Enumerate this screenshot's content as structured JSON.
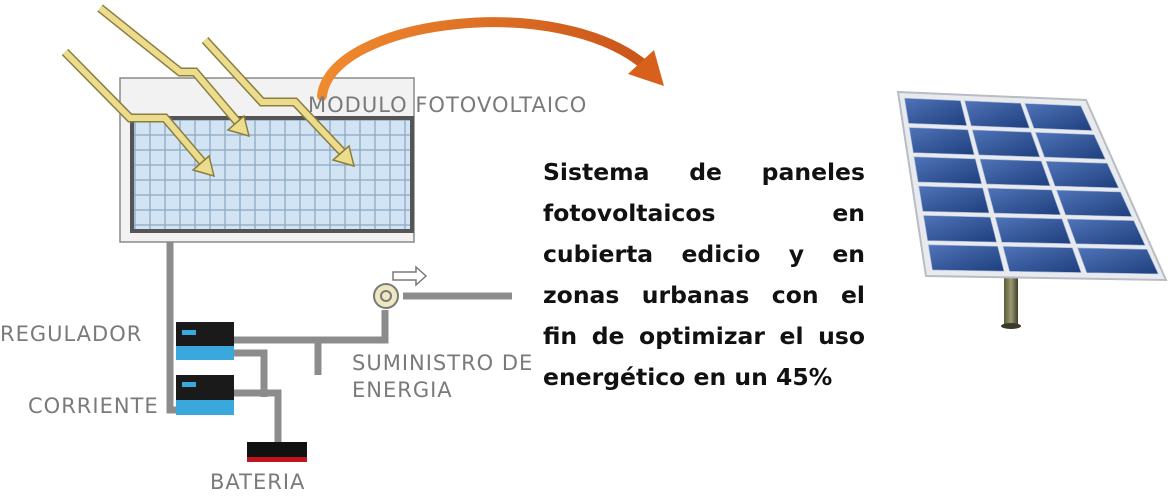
{
  "labels": {
    "module": "MODULO FOTOVOLTAICO",
    "regulator": "REGULADOR",
    "current": "CORRIENTE",
    "supply_line1": "SUMINISTRO DE",
    "supply_line2": "ENERGIA",
    "battery": "BATERIA"
  },
  "caption": {
    "lines": [
      [
        "Sistema",
        "de",
        "paneles"
      ],
      [
        "fotovoltaicos",
        "en"
      ],
      [
        "cubierta",
        "edicio",
        "y",
        "en"
      ],
      [
        "zonas",
        "urbanas",
        "con",
        "el"
      ],
      [
        "fin",
        "de",
        "optimizar",
        "el",
        "uso"
      ],
      [
        "energético en un 45%"
      ]
    ]
  },
  "colors": {
    "arrow_orange": "#e0661c",
    "sun_ray": "#e9d88a",
    "cell_blue": "#cfe3f3",
    "panel_frame": "#555555",
    "regulator_cyan": "#3aa8dc",
    "battery_red": "#c0141e"
  }
}
